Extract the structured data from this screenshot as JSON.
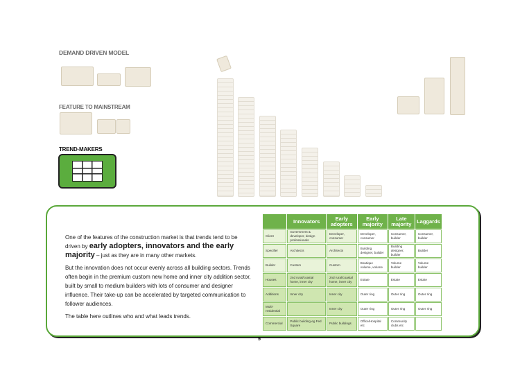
{
  "headings": {
    "demand": "DEMAND DRIVEN MODEL",
    "feature": "FEATURE TO MAINSTREAM",
    "trend": "TREND-MAKERS"
  },
  "body": {
    "p1a": "One of the features of the construction market is that trends tend to be driven by ",
    "p1b": "early adopters, innovators and the early majority",
    "p1c": " – just as they are in many other markets.",
    "p2": "But the innovation does not  occur evenly across all building sectors. Trends often begin in the premium custom new home and inner city addition sector, built by small to medium builders with lots of consumer and designer influence. Their take-up can be accelerated by targeted communication to follower audiences.",
    "p3": "The table here outlines who and what leads trends."
  },
  "table": {
    "headers": [
      "",
      "Innovators",
      "Early adopters",
      "Early majority",
      "Late majority",
      "Laggards"
    ],
    "rows": [
      [
        "Client",
        "Government & developer, design professionals",
        "Developer, consumer",
        "Developer, consumer",
        "Consumer, builder",
        "Consumer, builder"
      ],
      [
        "Specifier",
        "Architects",
        "Architects",
        "Building designer, builder",
        "Building designer, builder",
        "Builder"
      ],
      [
        "Builder",
        "Custom",
        "Custom",
        "Boutique volume, volume",
        "Volume builder",
        "Volume builder"
      ],
      [
        "Houses",
        "2nd rural/coastal home, inner city",
        "2nd rural/coastal home, inner city",
        "Estate",
        "Estate",
        "Estate"
      ],
      [
        "Additions",
        "Inner city",
        "Inner city",
        "Outer ring",
        "Outer ring",
        "Outer ring"
      ],
      [
        "Multi-residential",
        "",
        "Inner city",
        "Outer ring",
        "Outer ring",
        "Outer ring"
      ],
      [
        "Commercial",
        "Public building eg Fed Square",
        "Public buildings",
        "Office/Hospital etc",
        "Community clubs etc",
        ""
      ]
    ]
  },
  "page_number": "5"
}
